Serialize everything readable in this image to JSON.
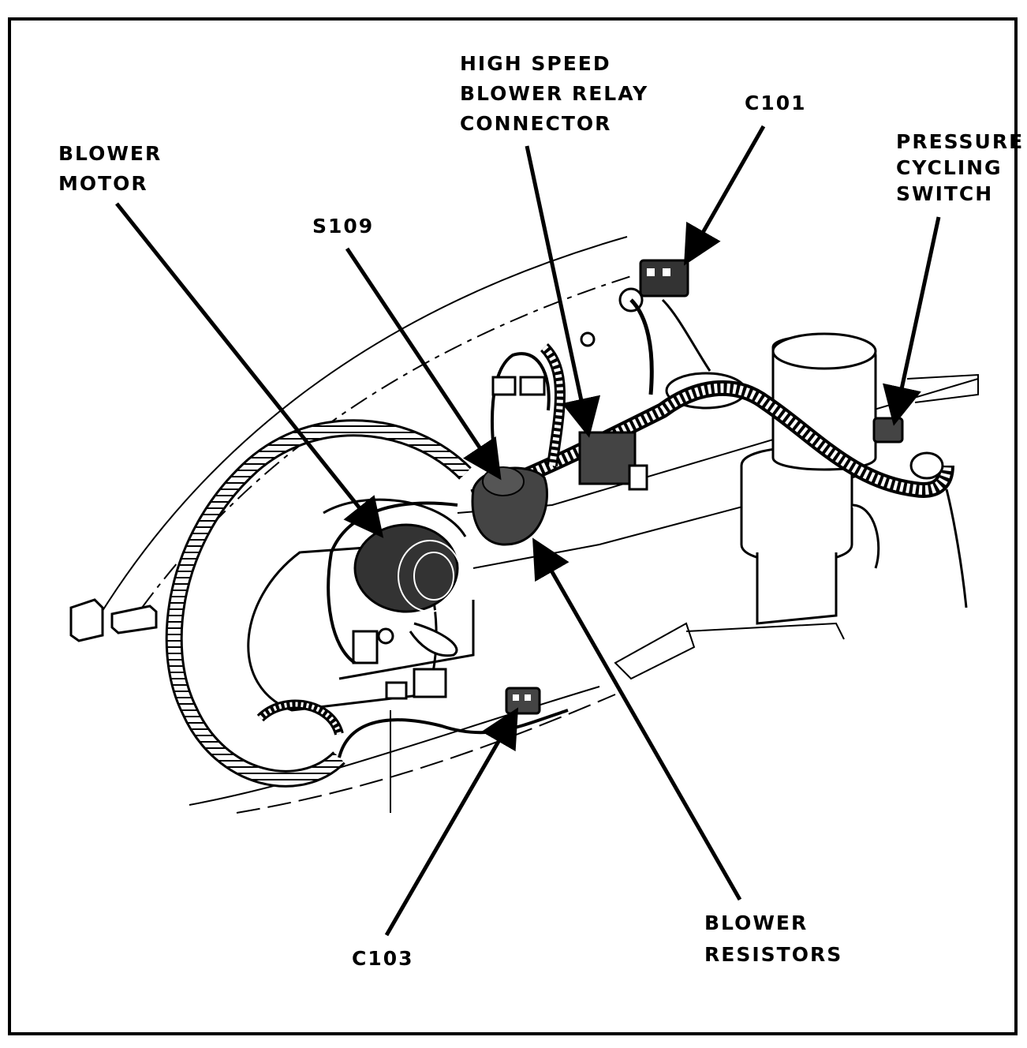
{
  "colors": {
    "ink": "#000000",
    "paper": "#ffffff",
    "shade": "#333333"
  },
  "labels": {
    "high_speed_blower_relay_connector": [
      "HIGH SPEED",
      "BLOWER RELAY",
      "CONNECTOR"
    ],
    "c101": [
      "C101"
    ],
    "blower_motor": [
      "BLOWER",
      "MOTOR"
    ],
    "pressure_cycling_switch": [
      "PRESSURE",
      "CYCLING",
      "SWITCH"
    ],
    "s109": [
      "S109"
    ],
    "c103": [
      "C103"
    ],
    "blower_resistors": [
      "BLOWER",
      "RESISTORS"
    ]
  }
}
